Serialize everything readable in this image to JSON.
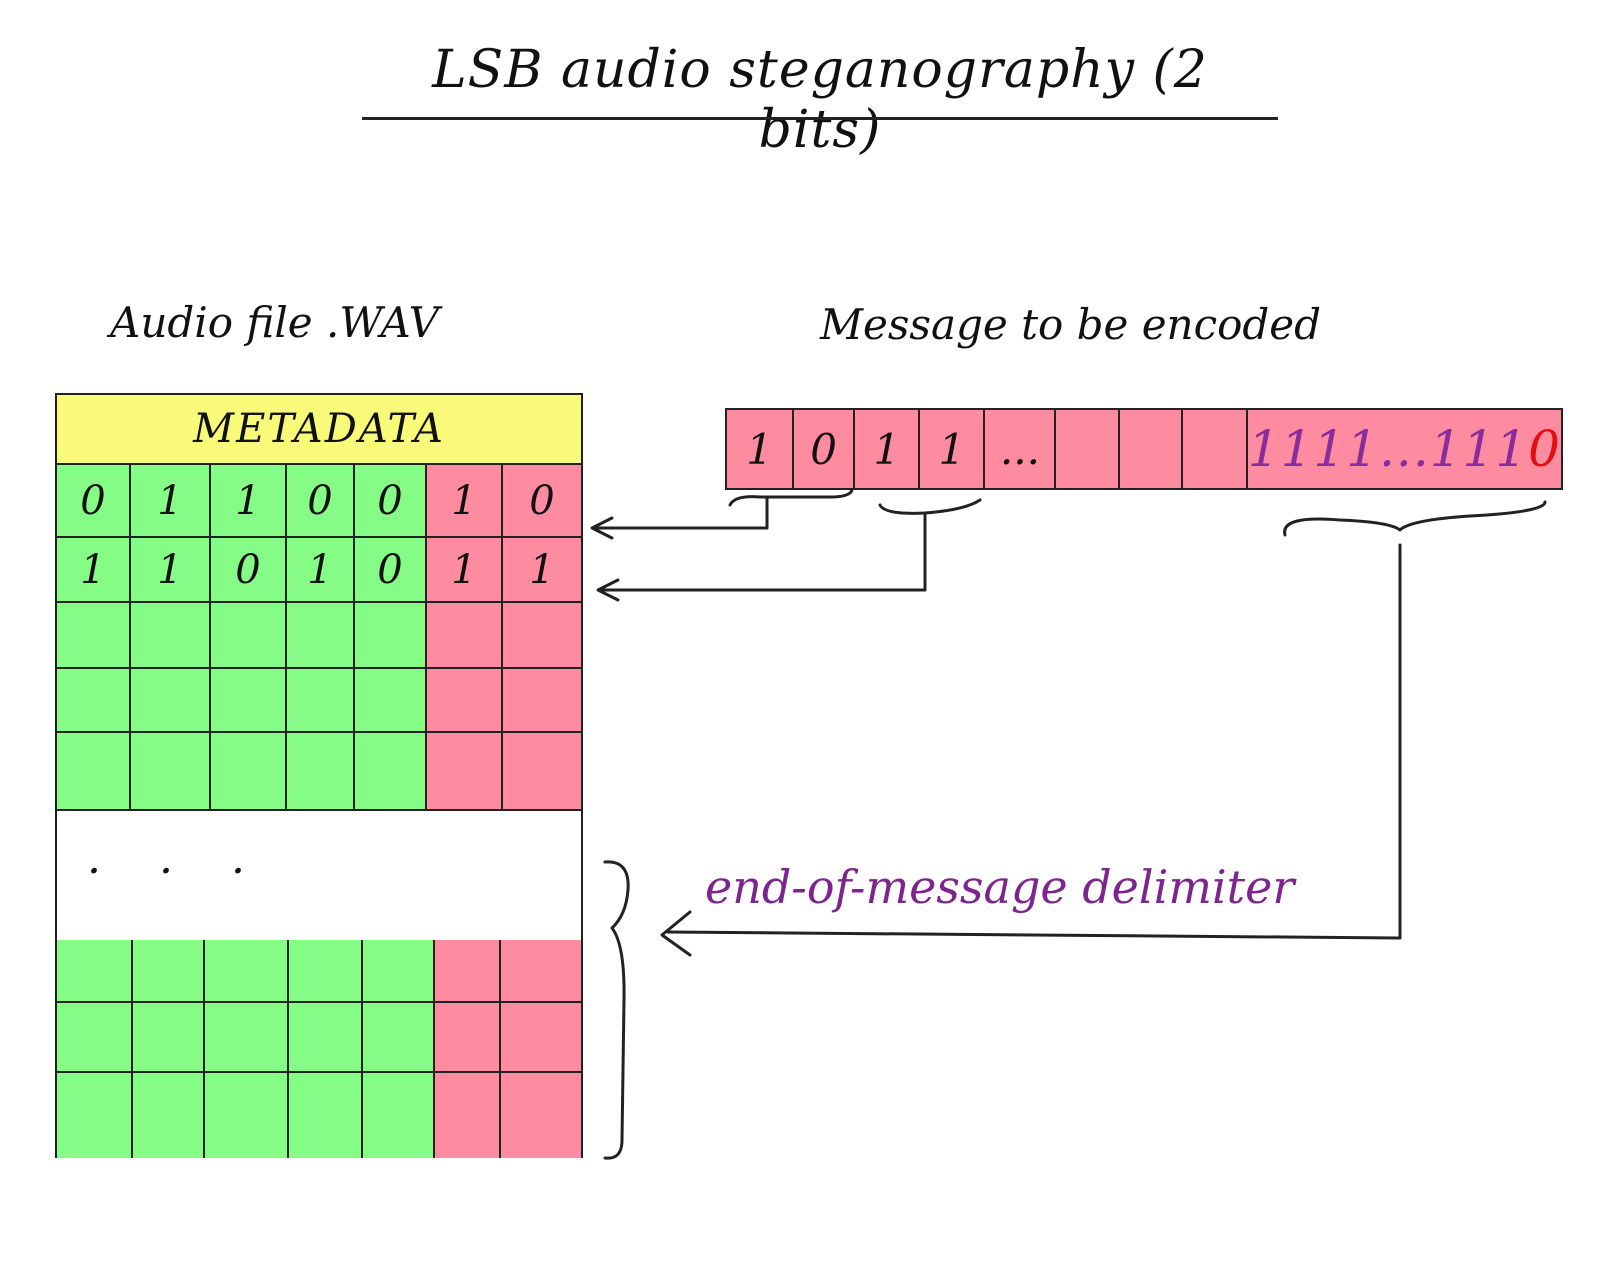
{
  "title": "LSB audio steganography (2 bits)",
  "audio_file": {
    "label": "Audio file .WAV",
    "metadata_label": "METADATA",
    "rows_top": [
      [
        "0",
        "1",
        "1",
        "0",
        "0",
        "1",
        "0"
      ],
      [
        "1",
        "1",
        "0",
        "1",
        "0",
        "1",
        "1"
      ],
      [
        "",
        "",
        "",
        "",
        "",
        "",
        ""
      ],
      [
        "",
        "",
        "",
        "",
        "",
        "",
        ""
      ],
      [
        "",
        "",
        "",
        "",
        "",
        "",
        ""
      ]
    ],
    "ellipsis": ". . .",
    "rows_bottom": [
      [
        "",
        "",
        "",
        "",
        "",
        "",
        ""
      ],
      [
        "",
        "",
        "",
        "",
        "",
        "",
        ""
      ],
      [
        "",
        "",
        "",
        "",
        "",
        "",
        ""
      ]
    ]
  },
  "message": {
    "label": "Message to be encoded",
    "bits": [
      "1",
      "0",
      "1",
      "1",
      "...",
      "",
      "",
      ""
    ],
    "delimiter_text": "1111...111",
    "delimiter_last": "0"
  },
  "delimiter_label": "end-of-message delimiter",
  "colors": {
    "metadata": "#fafa7a",
    "untouched_bits": "#85fc85",
    "lsb_bits": "#ff8ba1",
    "delimiter_text": "#8a2c9c"
  }
}
